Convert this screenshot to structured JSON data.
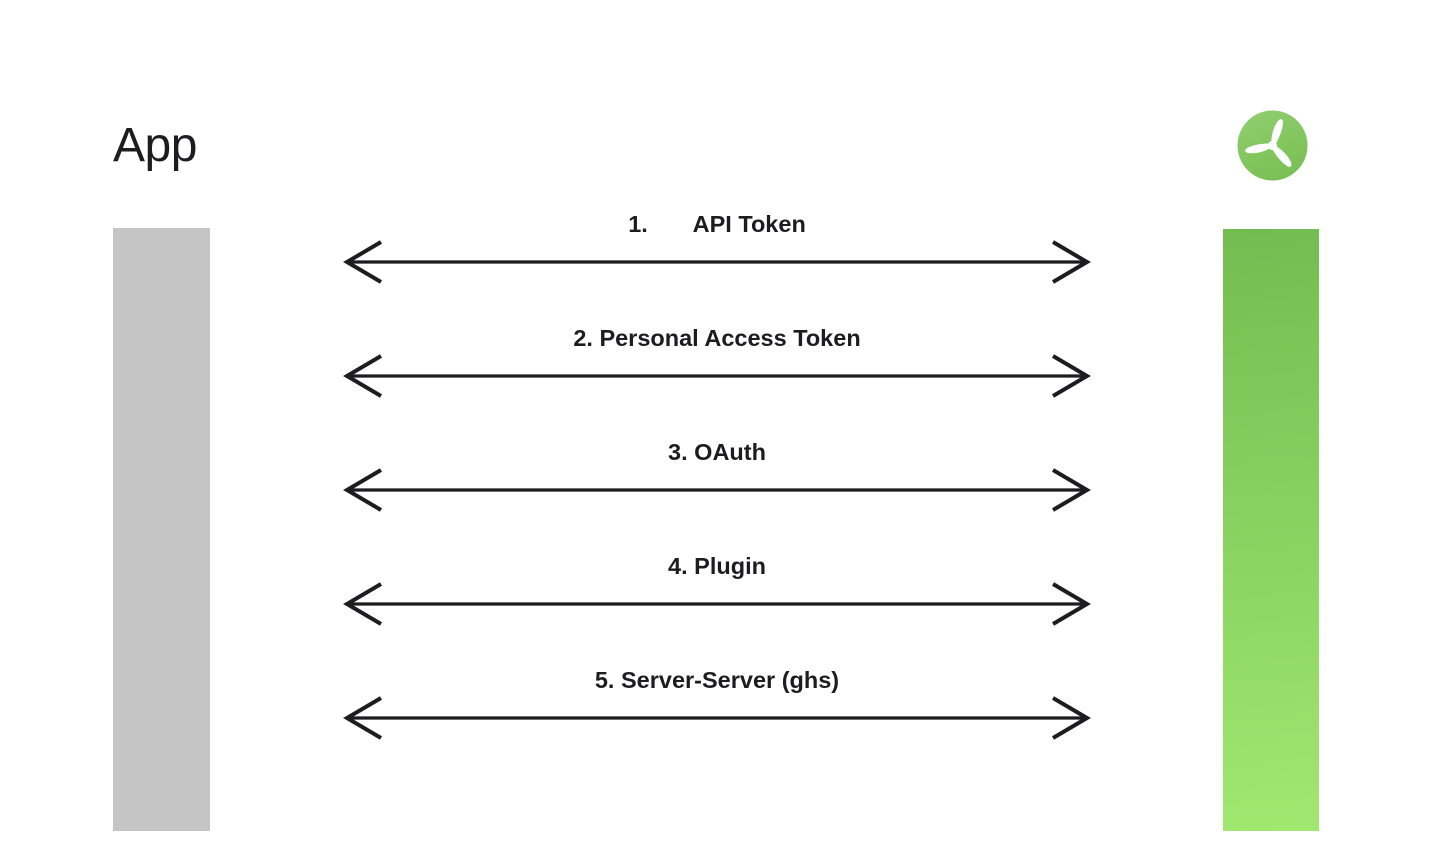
{
  "app": {
    "title": "App"
  },
  "logo": {
    "name": "wind-propeller-logo"
  },
  "bars": {
    "left_lifeline_color": "#c5c5c5",
    "right_lifeline_top_color": "#74bc51",
    "right_lifeline_bottom_color": "#a0e870"
  },
  "colors": {
    "ink": "#1d1d1f",
    "left-bar": "#c5c5c5",
    "green-top": "#74bc51",
    "green-bottom": "#a0e870"
  },
  "flows": [
    {
      "label": "1.       API Token"
    },
    {
      "label": "2. Personal Access Token"
    },
    {
      "label": "3. OAuth"
    },
    {
      "label": "4. Plugin"
    },
    {
      "label": "5. Server-Server (ghs)"
    }
  ]
}
